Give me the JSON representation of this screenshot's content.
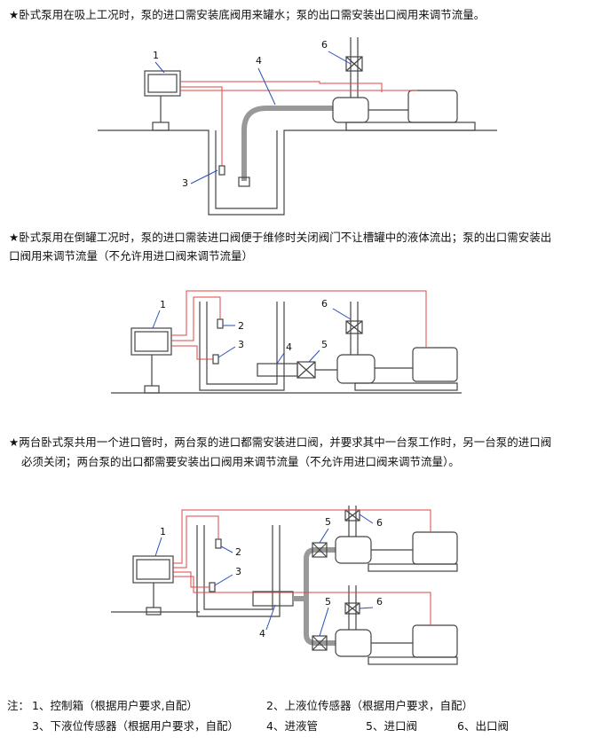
{
  "captions": {
    "c1": "★卧式泵用在吸上工况时，泵的进口需安装底阀用来罐水；泵的出口需安装出口阀用来调节流量。",
    "c2_line1": "★卧式泵用在倒罐工况时，泵的进口需装进口阀便于维修时关闭阀门不让槽罐中的液体流出；泵的出口需安装出",
    "c2_line2": "口阀用来调节流量（不允许用进口阀来调节流量）",
    "c3_line1": "★两台卧式泵共用一个进口管时，两台泵的进口都需安装进口阀，并要求其中一台泵工作时，另一台泵的进口阀",
    "c3_line2": "必须关闭；两台泵的出口都需要安装出口阀用来调节流量（不允许用进口阀来调节流量）。"
  },
  "labels": {
    "d1": {
      "l1": "1",
      "l3": "3",
      "l4": "4",
      "l6": "6"
    },
    "d2": {
      "l1": "1",
      "l2": "2",
      "l3": "3",
      "l4": "4",
      "l5": "5",
      "l6": "6"
    },
    "d3": {
      "l1": "1",
      "l2": "2",
      "l3": "3",
      "l4": "4",
      "l5a": "5",
      "l5b": "5",
      "l6a": "6",
      "l6b": "6"
    }
  },
  "notes": {
    "prefix": "注：",
    "n1": "1、控制箱（根据用户要求,自配）",
    "n2": "2、上液位传感器（根据用户要求，自配）",
    "n3": "3、下液位传感器（根据用户要求，自配）",
    "n4": "4、进液管",
    "n5": "5、进口阀",
    "n6": "6、出口阀"
  },
  "colors": {
    "wire": "#e04545",
    "leader": "#2a4fb8",
    "line": "#444444",
    "star": "#1f3fb0"
  }
}
